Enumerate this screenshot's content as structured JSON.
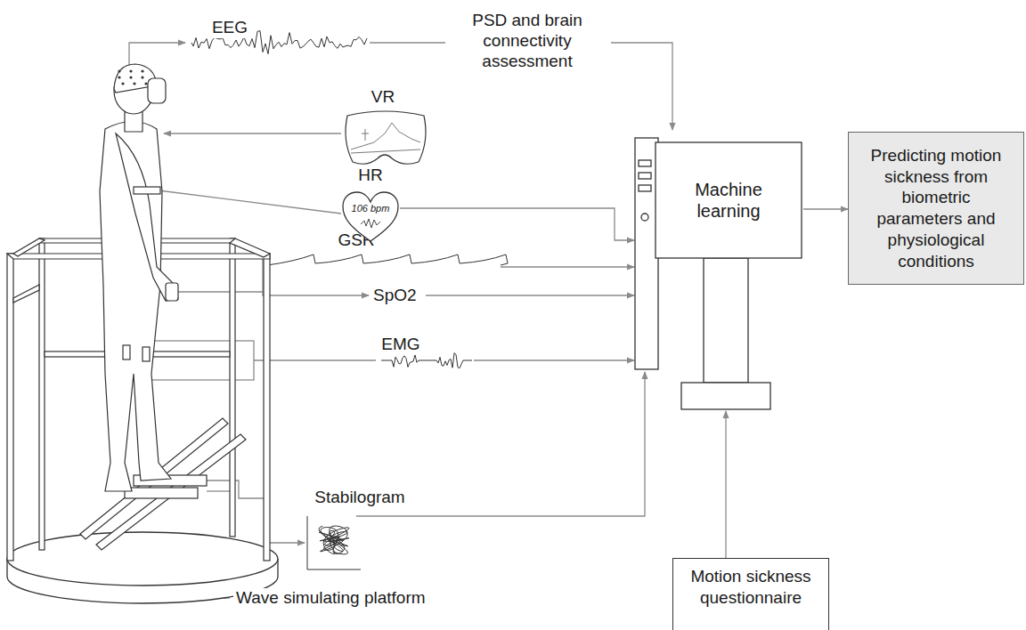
{
  "diagram": {
    "nodes": [
      {
        "text": [
          "HR",
          "106 bpm"
        ]
      },
      {
        "text": [
          "Machine learning"
        ]
      },
      {
        "text": [
          "Predicting motion sickness from biometric parameters and physiological conditions"
        ]
      },
      {
        "text": [
          "Motion sickness questionnaire"
        ]
      }
    ],
    "edges": [
      {
        "from": 0,
        "to": 1,
        "arrow": "to"
      },
      {
        "from": 1,
        "to": 2,
        "arrow": "to"
      },
      {
        "from": 3,
        "to": 1,
        "arrow": "to"
      }
    ],
    "labels": [
      "EEG",
      "PSD and brain connectivity assessment",
      "VR",
      "GSR",
      "SpO2",
      "EMG",
      "Stabilogram",
      "Wave simulating platform"
    ]
  }
}
